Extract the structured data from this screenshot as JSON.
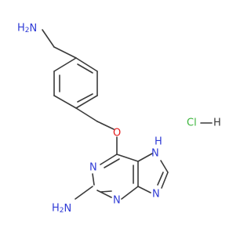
{
  "molecule": {
    "atoms": [
      {
        "id": "amine-top-nitrogen",
        "label": "H2N",
        "color": "#2f3bd6"
      },
      {
        "id": "ether-oxygen",
        "label": "O",
        "color": "#e31a1a"
      },
      {
        "id": "imidazole-nh",
        "label": "H",
        "sub": "N",
        "color": "#2f3bd6"
      },
      {
        "id": "ring-nitrogen-1",
        "label": "N",
        "color": "#2f3bd6"
      },
      {
        "id": "ring-nitrogen-3",
        "label": "N",
        "color": "#2f3bd6"
      },
      {
        "id": "ring-nitrogen-9",
        "label": "N",
        "color": "#2f3bd6"
      },
      {
        "id": "amine-bottom-nitrogen",
        "label": "H2N",
        "color": "#2f3bd6"
      }
    ],
    "salt": {
      "label": "Cl",
      "h_label": "H",
      "color": "#3bb53b",
      "h_color": "#3a3a3a"
    }
  }
}
